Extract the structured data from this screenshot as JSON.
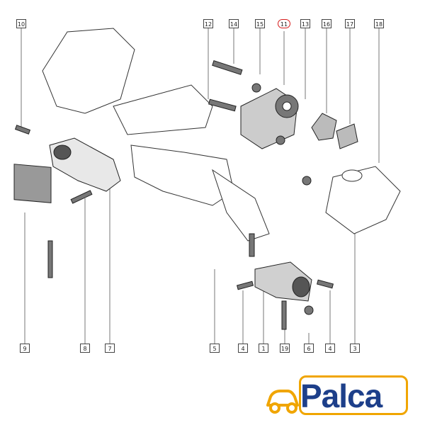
{
  "diagram": {
    "callouts_top": [
      "10",
      "12",
      "14",
      "15",
      "11",
      "13",
      "16",
      "17",
      "18"
    ],
    "callouts_bottom": [
      "9",
      "8",
      "7",
      "5",
      "4",
      "1",
      "19",
      "6",
      "4",
      "3"
    ],
    "highlighted": "11"
  },
  "logo": {
    "text": "Palca",
    "icon": "car-icon",
    "colors": {
      "text": "#1d3f8a",
      "accent": "#f0a500"
    }
  }
}
